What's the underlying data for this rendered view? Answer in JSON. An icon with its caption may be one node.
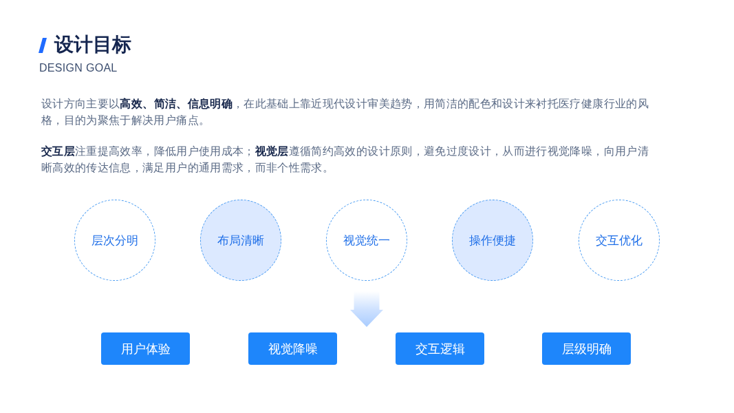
{
  "diagram": {
    "title": "设计目标",
    "nodes": [
      {
        "text": [
          "层次分明"
        ]
      },
      {
        "text": [
          "布局清晰"
        ]
      },
      {
        "text": [
          "视觉统一"
        ]
      },
      {
        "text": [
          "操作便捷"
        ]
      },
      {
        "text": [
          "交互优化"
        ]
      },
      {
        "text": [
          "用户体验"
        ]
      },
      {
        "text": [
          "视觉降噪"
        ]
      },
      {
        "text": [
          "交互逻辑"
        ]
      },
      {
        "text": [
          "层级明确"
        ]
      }
    ],
    "labels": [
      "DESIGN GOAL",
      "设计方向主要以**高效、简洁、信息明确**，在此基础上靠近现代设计审美趋势，用简洁的配色和设计来衬托医疗健康行业的风格，目的为聚焦于解决用户痛点。",
      "**交互层**注重提高效率，降低用户使用成本；**视觉层**遵循简约高效的设计原则，避免过度设计，从而进行视觉降噪，向用户清晰高效的传达信息，满足用户的通用需求，而非个性需求。"
    ]
  }
}
